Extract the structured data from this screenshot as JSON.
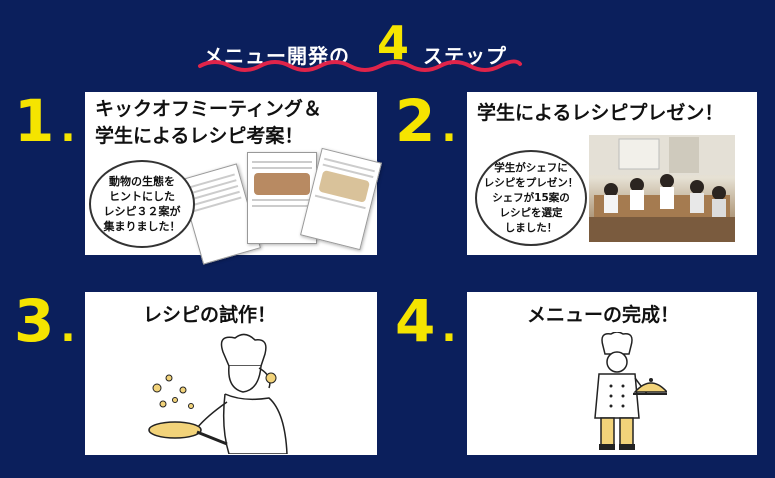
{
  "header": {
    "title_prefix": "メニュー開発の",
    "title_number": "4",
    "title_suffix": "ステップ"
  },
  "steps": [
    {
      "number": "1",
      "dot": ".",
      "title_line1": "キックオフミーティング＆",
      "title_line2": "学生によるレシピ考案！",
      "bubble": "動物の生態を\nヒントにした\nレシピ３２案が\n集まりました！"
    },
    {
      "number": "2",
      "dot": ".",
      "title_line1": "学生によるレシピプレゼン！",
      "bubble": "学生がシェフに\nレシピをプレゼン！\nシェフが15案の\nレシピを選定\nしました！"
    },
    {
      "number": "3",
      "dot": ".",
      "title_line1": "レシピの試作！"
    },
    {
      "number": "4",
      "dot": ".",
      "title_line1": "メニューの完成！"
    }
  ],
  "colors": {
    "background": "#0b1f5c",
    "accent_yellow": "#f5e400",
    "wave_red": "#e0244a",
    "card": "#ffffff"
  },
  "icons": [
    "chef-cooking-illustration",
    "chef-serving-illustration",
    "recipe-papers",
    "presentation-photo"
  ]
}
